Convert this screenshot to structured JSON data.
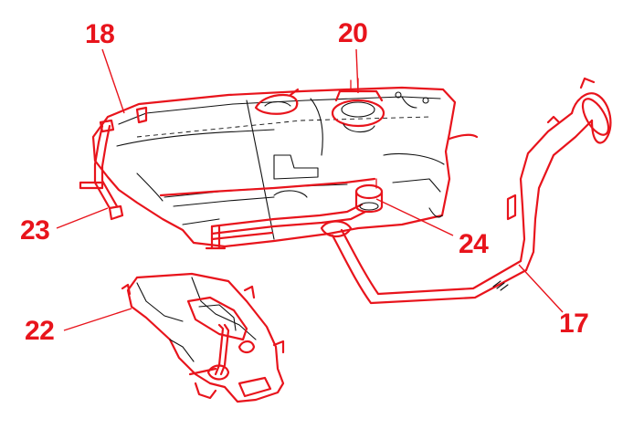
{
  "accent_color": "#e8141c",
  "callouts": {
    "c18": "18",
    "c20": "20",
    "c23": "23",
    "c24": "24",
    "c22": "22",
    "c17": "17"
  }
}
